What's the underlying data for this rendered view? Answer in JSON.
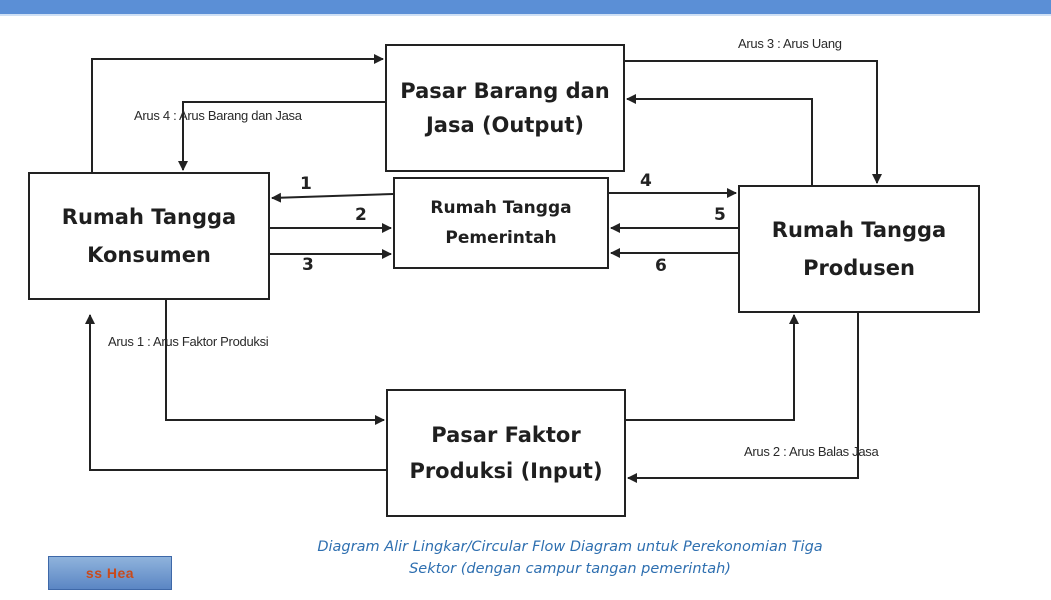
{
  "boxes": {
    "output": {
      "line1": "Pasar Barang dan",
      "line2": "Jasa (Output)"
    },
    "konsumen": {
      "line1": "Rumah Tangga",
      "line2": "Konsumen"
    },
    "pemerintah": {
      "line1": "Rumah Tangga",
      "line2": "Pemerintah"
    },
    "produsen": {
      "line1": "Rumah Tangga",
      "line2": "Produsen"
    },
    "input": {
      "line1": "Pasar Faktor",
      "line2": "Produksi (Input)"
    }
  },
  "flows": {
    "arus1": "Arus 1 : Arus Faktor Produksi",
    "arus2": "Arus 2 : Arus Balas Jasa",
    "arus3": "Arus 3 : Arus Uang",
    "arus4": "Arus 4 : Arus Barang dan Jasa"
  },
  "numbers": [
    "1",
    "2",
    "3",
    "4",
    "5",
    "6"
  ],
  "caption": {
    "line1": "Diagram Alir Lingkar/Circular Flow Diagram untuk Perekonomian Tiga",
    "line2": "Sektor (dengan campur tangan pemerintah)"
  },
  "logo": {
    "text": "ss Hea"
  },
  "colors": {
    "topbar": "#5b8fd6",
    "caption": "#2e6fb0",
    "lines": "#222222"
  }
}
